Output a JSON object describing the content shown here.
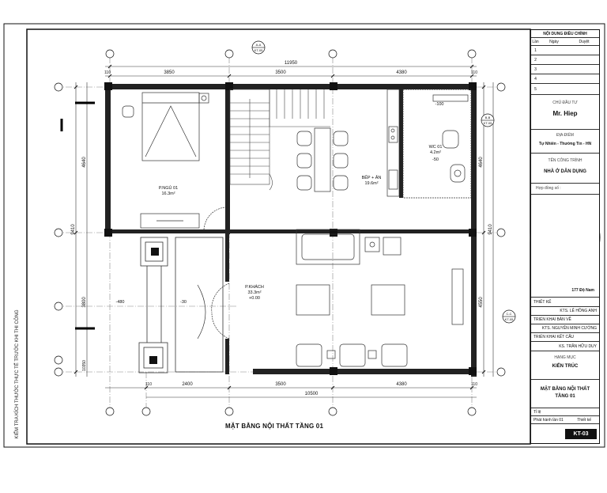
{
  "plan": {
    "title": "MẶT BẰNG NỘI THẤT TẦNG 01",
    "side_note": "KIỂM TRA KÍCH THƯỚC THỰC TẾ TRƯỚC KHI THI CÔNG",
    "overall_dims": {
      "top": "11950",
      "bottom": "10500"
    },
    "top_dims": [
      "110",
      "3850",
      "3500",
      "4380",
      "110"
    ],
    "bottom_dims": [
      "110",
      "2400",
      "3500",
      "4380",
      "110"
    ],
    "left_dims": [
      "4640",
      "9410",
      "3800",
      "10350"
    ],
    "right_dims": [
      "4640",
      "9410",
      "4550"
    ],
    "section_marks": [
      "A-A",
      "KT-05",
      "B-B",
      "KT-05",
      "C-C",
      "KT-05"
    ],
    "rooms": [
      {
        "name": "P.NGỦ 01",
        "area": "16.3m²"
      },
      {
        "name": "BẾP + ĂN",
        "area": "19.6m²"
      },
      {
        "name": "WC 01",
        "area": "4.2m²"
      },
      {
        "name": "P.KHÁCH",
        "area": "33.3m²",
        "level": "+0.00"
      }
    ],
    "levels": [
      "-100",
      "-50",
      "-480",
      "-30"
    ]
  },
  "title_block": {
    "revision_header": "NỘI DUNG ĐIỀU CHỈNH",
    "rev_cols": [
      "Lần",
      "Ngày",
      "Duyệt"
    ],
    "rev_rows": [
      "1",
      "2",
      "3",
      "4",
      "5"
    ],
    "owner_label": "CHỦ ĐẦU TƯ",
    "owner": "Mr. Hiep",
    "location_label": "ĐỊA ĐIỂM",
    "location": "Tự Nhiên - Thường Tín - HN",
    "project_label": "TÊN CÔNG TRÌNH",
    "project": "NHÀ Ở DÂN DỤNG",
    "contract": "Hợp đồng số :",
    "orientation": "177 Độ Nam",
    "staff": [
      {
        "role": "THIẾT KẾ",
        "name": "KTS. LÊ HỒNG ANH"
      },
      {
        "role": "TRIỂN KHAI BẢN VẼ",
        "name": "KTS. NGUYỄN MINH CƯỜNG"
      },
      {
        "role": "TRIỂN KHAI KẾT CẤU",
        "name": "KS. TRẦN HỮU DUY"
      }
    ],
    "category_label": "HẠNG MỤC",
    "category": "KIẾN TRÚC",
    "drawing_title": "MẶT BẰNG NỘI THẤT TẦNG 01",
    "scale_label": "Tỉ lệ",
    "issued_label": "Phát hành lần 01",
    "sheet_label": "Thiết kế",
    "sheet_no": "KT-03"
  }
}
